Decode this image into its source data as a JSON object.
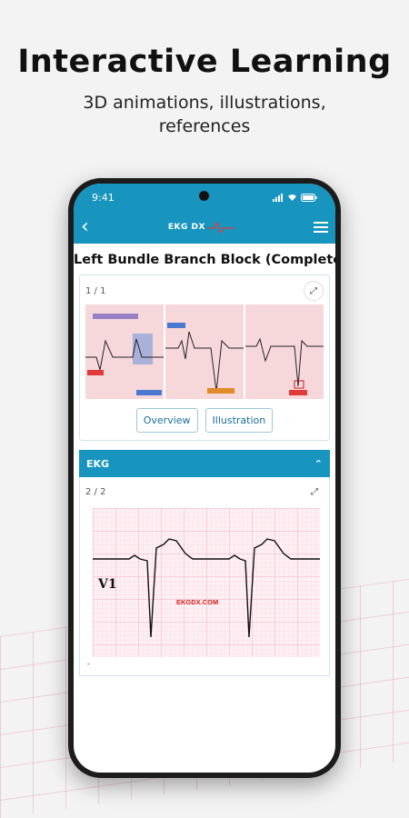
{
  "hero": {
    "title": "Interactive Learning",
    "subtitle_line1": "3D animations, illustrations,",
    "subtitle_line2": "references"
  },
  "status_bar": {
    "time": "9:41"
  },
  "app_bar": {
    "logo_text": "EKG DX",
    "back_icon": "chevron-left-icon",
    "menu_icon": "hamburger-menu-icon"
  },
  "page": {
    "title": "Left Bundle Branch Block (Complete)"
  },
  "illustration_card": {
    "counter": "1 / 1",
    "buttons": [
      "Overview",
      "Illustration"
    ]
  },
  "ekg_section": {
    "header": "EKG",
    "counter": "2 / 2",
    "lead_label": "V1",
    "watermark": "EKGDX.COM",
    "footnote": "-"
  },
  "colors": {
    "accent": "#1795bf",
    "grid": "#f3a3bd",
    "watermark": "#d62020"
  }
}
